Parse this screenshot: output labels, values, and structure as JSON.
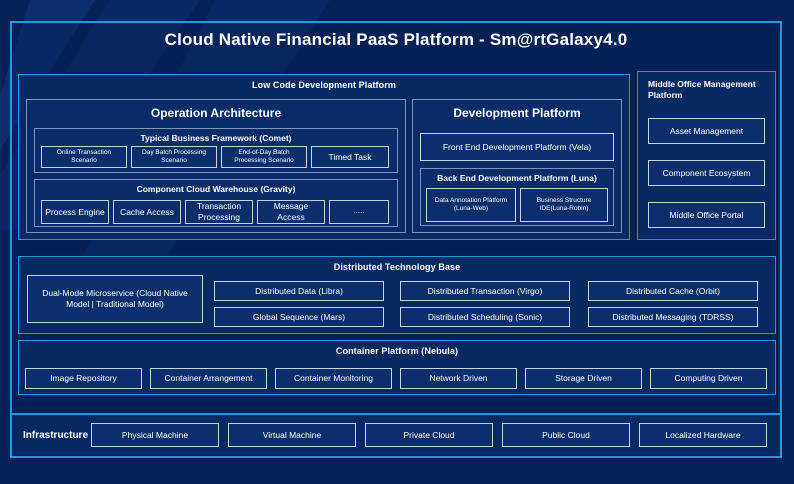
{
  "title": "Cloud Native Financial PaaS Platform - Sm@rtGalaxy4.0",
  "colors": {
    "background": "#062257",
    "accent_border": "#1f9ae0",
    "panel_fill": "#082a63",
    "tile_border": "#c9d3e8",
    "text": "#ffffff"
  },
  "low_code": {
    "title": "Low Code Development Platform",
    "operation_architecture": {
      "title": "Operation Architecture",
      "typical_business_framework": {
        "title": "Typical Business Framework (Comet)",
        "tiles": [
          "Online Transaction Scenario",
          "Day Batch Processing Scenario",
          "End-of-Day Batch Processing Scenario",
          "Timed Task"
        ]
      },
      "component_cloud_warehouse": {
        "title": "Component Cloud Warehouse (Gravity)",
        "tiles": [
          "Process Engine",
          "Cache Access",
          "Transaction Processing",
          "Message Access",
          "......"
        ]
      }
    },
    "development_platform": {
      "title": "Development Platform",
      "front_end": "Front End Development Platform (Vela)",
      "back_end": {
        "title": "Back End Development Platform (Luna)",
        "tiles": [
          "Data Annotation Platform (Luna-Web)",
          "Business Structure IDE(Luna-Robin)"
        ]
      }
    }
  },
  "middle_office": {
    "title": "Middle Office Management Platform",
    "tiles": [
      "Asset Management",
      "Component Ecosystem",
      "Middle Office Portal"
    ]
  },
  "distributed_technology_base": {
    "title": "Distributed Technology Base",
    "highlight_tile": "Dual-Mode Microservice (Cloud Native Model | Traditional Model)",
    "tiles": [
      "Distributed Data (Libra)",
      "Distributed Transaction (Virgo)",
      "Distributed Cache (Orbit)",
      "Global Sequence (Mars)",
      "Distributed Scheduling (Sonic)",
      "Distributed Messaging (TDRSS)"
    ]
  },
  "container_platform": {
    "title": "Container Platform (Nebula)",
    "tiles": [
      "Image Repository",
      "Container Arrangement",
      "Container Monitoring",
      "Network Driven",
      "Storage Driven",
      "Computing Driven"
    ]
  },
  "infrastructure": {
    "label": "Infrastructure",
    "tiles": [
      "Physical Machine",
      "Virtual Machine",
      "Private Cloud",
      "Public Cloud",
      "Localized Hardware"
    ]
  }
}
